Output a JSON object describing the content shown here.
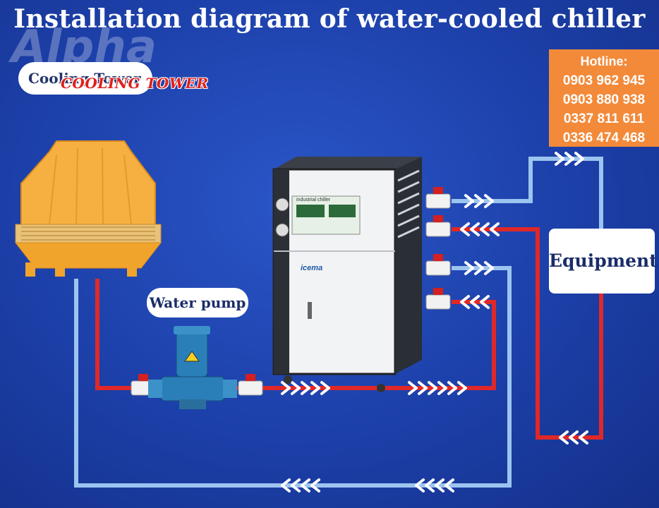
{
  "title": "Installation diagram of water-cooled chiller",
  "hotline": {
    "label": "Hotline:",
    "numbers": [
      "0903 962 945",
      "0903 880 938",
      "0337 811 611",
      "0336 474 468"
    ]
  },
  "labels": {
    "cooling_tower": "Cooling Tower",
    "water_pump": "Water pump",
    "equipment": "Equipment"
  },
  "brand": {
    "logo_text": "Alpha",
    "tagline": "COOLING TOWER"
  },
  "chiller_panel": {
    "header": "industrial chiller",
    "brand": "icema"
  },
  "colors": {
    "background": "#1c3fa8",
    "hot_pipe": "#e02828",
    "cold_pipe": "#9cc4f0",
    "hotline_bg": "#f28a3a",
    "tower": "#f5b041"
  }
}
